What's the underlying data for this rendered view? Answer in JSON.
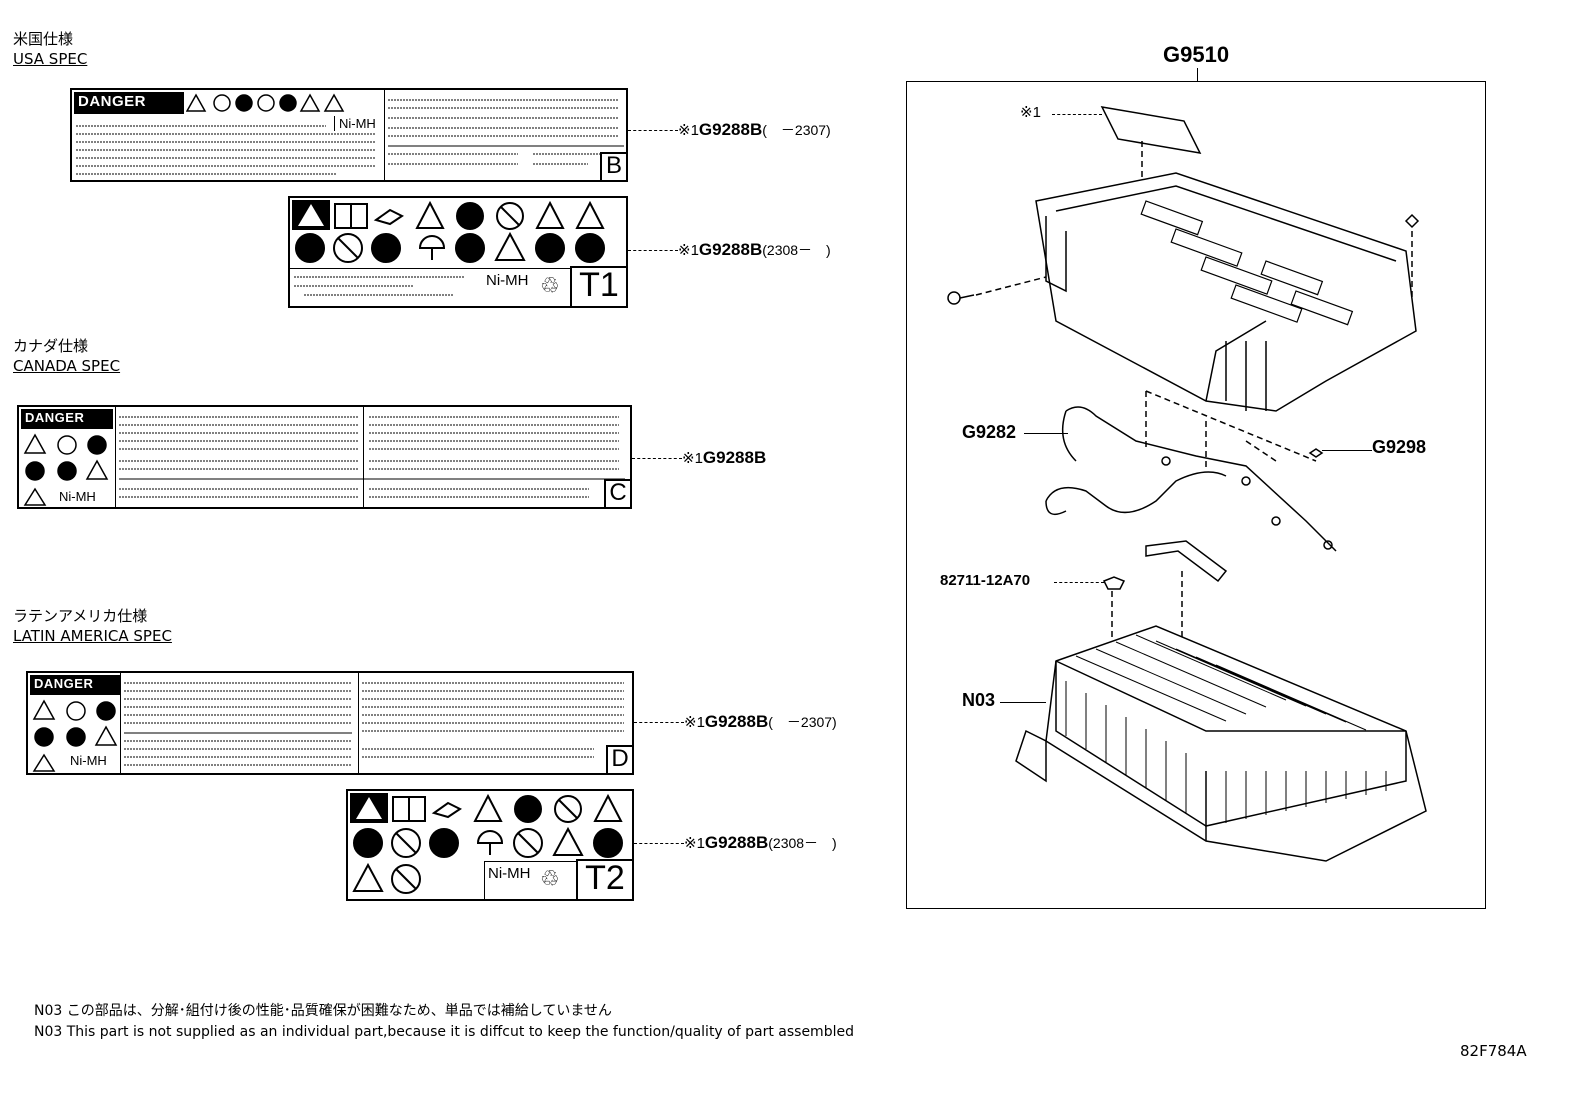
{
  "sections": {
    "usa": {
      "jp": "米国仕様",
      "en": "USA SPEC"
    },
    "canada": {
      "jp": "カナダ仕様",
      "en": "CANADA SPEC"
    },
    "latin": {
      "jp": "ラテンアメリカ仕様",
      "en": "LATIN AMERICA SPEC"
    }
  },
  "labels": {
    "danger_text": "DANGER",
    "nimh": "Ni-MH",
    "usa_b": {
      "code": "B",
      "mark": "※1",
      "part": "G9288B",
      "range": "(　－2307)"
    },
    "usa_t1": {
      "code": "T1",
      "mark": "※1",
      "part": "G9288B",
      "range": "(2308－　)"
    },
    "canada_c": {
      "code": "C",
      "mark": "※1",
      "part": "G9288B",
      "range": ""
    },
    "latin_d": {
      "code": "D",
      "mark": "※1",
      "part": "G9288B",
      "range": "(　－2307)"
    },
    "latin_t2": {
      "code": "T2",
      "mark": "※1",
      "part": "G9288B",
      "range": "(2308－　)"
    }
  },
  "assembly": {
    "title": "G9510",
    "mark1": "※1",
    "g9282": "G9282",
    "g9298": "G9298",
    "p82711": "82711-12A70",
    "n03": "N03"
  },
  "notes": {
    "jp": "N03 この部品は、分解･組付け後の性能･品質確保が困難なため、単品では補給していません",
    "en": "N03 This part is not supplied as an  individual part,because it is diffcut to keep the function/quality of part assembled"
  },
  "figure_id": "82F784A"
}
